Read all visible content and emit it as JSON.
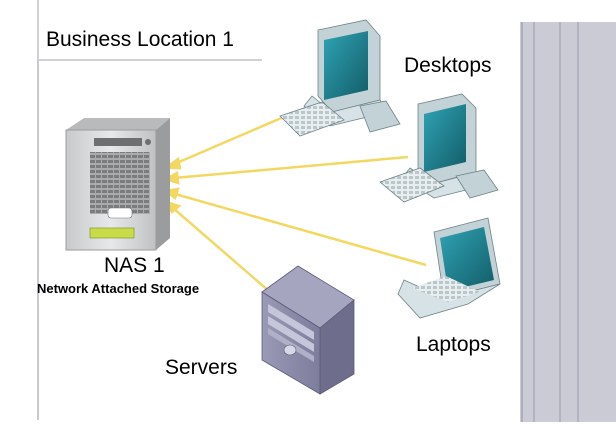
{
  "title": "Business Location 1",
  "nas": {
    "name": "NAS 1",
    "description": "Network Attached Storage"
  },
  "devices": {
    "desktops": "Desktops",
    "laptops": "Laptops",
    "servers": "Servers"
  },
  "colors": {
    "connector": "#f2d860",
    "panel_stripe": "#c8c8d4",
    "nas_body": "#d4d6d8",
    "monitor_body": "#d0dde0",
    "monitor_screen": "#1d7f8e",
    "server_body": "#8888a8"
  }
}
